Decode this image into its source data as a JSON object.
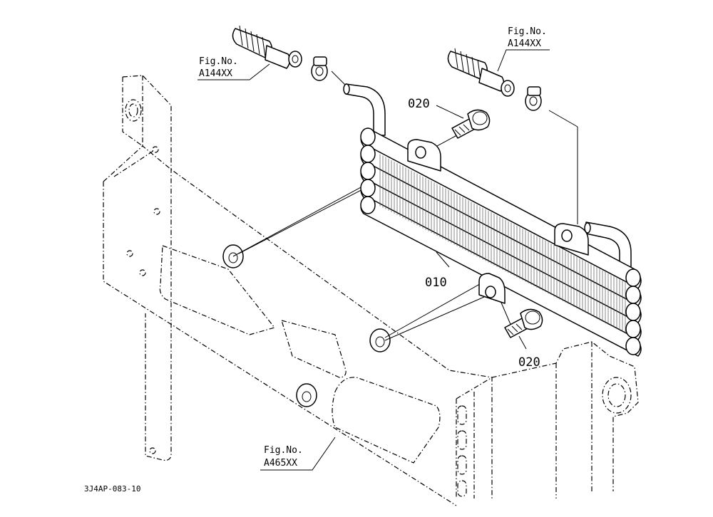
{
  "labels": {
    "ref_top_left": {
      "line1": "Fig.No.",
      "line2": "A144XX"
    },
    "ref_top_right": {
      "line1": "Fig.No.",
      "line2": "A144XX"
    },
    "ref_bottom": {
      "line1": "Fig.No.",
      "line2": "A465XX"
    },
    "part_bolt_upper": "020",
    "part_bolt_lower": "020",
    "part_cooler": "010",
    "drawing_code": "3J4AP-083-10"
  }
}
